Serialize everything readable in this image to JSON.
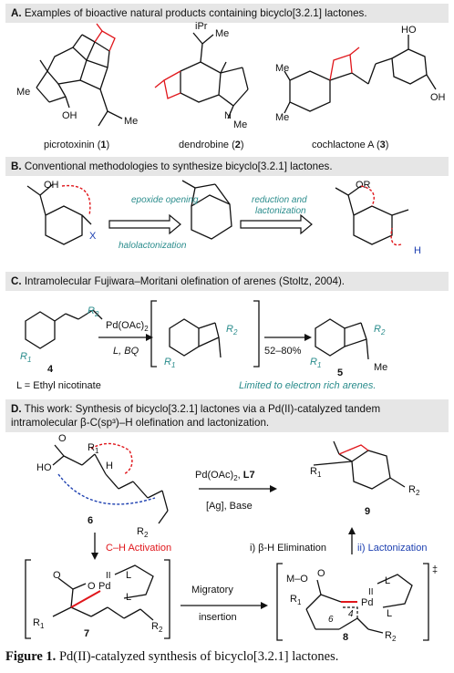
{
  "panel_a": {
    "header_letter": "A.",
    "header_text": "Examples of bioactive natural products containing bicyclo[3.2.1] lactones.",
    "compounds": [
      {
        "name": "picrotoxinin",
        "number": "1"
      },
      {
        "name": "dendrobine",
        "number": "2"
      },
      {
        "name": "cochlactone A",
        "number": "3"
      }
    ],
    "atom_labels": {
      "me": "Me",
      "oh": "OH",
      "ho": "HO",
      "ipr": "iPr",
      "n": "N"
    }
  },
  "panel_b": {
    "header_letter": "B.",
    "header_text": "Conventional methodologies to synthesize bicyclo[3.2.1] lactones.",
    "epoxide_opening": "epoxide opening",
    "halolactonization": "halolactonization",
    "reduction_and": "reduction and",
    "lactonization": "lactonization",
    "atoms": {
      "oh": "OH",
      "x": "X",
      "or": "OR",
      "h": "H"
    }
  },
  "panel_c": {
    "header_letter": "C.",
    "header_text": "Intramolecular Fujiwara–Moritani olefination of arenes (Stoltz, 2004).",
    "reagent": "Pd(OAc)",
    "reagent_sub": "2",
    "conditions": "L, BQ",
    "yield": "52–80%",
    "compound_start": "4",
    "compound_product": "5",
    "ligand_note": "L = Ethyl nicotinate",
    "limitation": "Limited to electron rich arenes.",
    "r1": "R",
    "r2": "R",
    "me": "Me"
  },
  "panel_d": {
    "header_letter": "D.",
    "header_line1": "This work: Synthesis of bicyclo[3.2.1] lactones via a Pd(II)-catalyzed tandem",
    "header_line2": "intramolecular β-C(sp³)–H olefination and lactonization.",
    "reagent_top": "Pd(OAc)",
    "reagent_ligand": "L7",
    "reagent_bottom": "[Ag], Base",
    "compound_6": "6",
    "compound_7": "7",
    "compound_8": "8",
    "compound_9": "9",
    "ch_activation": "C–H Activation",
    "beta_h_elim": "i) β-H Elimination",
    "lactonization": "ii) Lactonization",
    "migratory": "Migratory",
    "insertion": "insertion",
    "dagger": "‡",
    "atoms": {
      "ho": "HO",
      "o": "O",
      "h": "H",
      "r1": "R",
      "r2": "R",
      "pd": "Pd",
      "mo": "M–O",
      "l": "L",
      "ii": "II",
      "six": "6",
      "four": "4"
    }
  },
  "caption": {
    "label": "Figure 1.",
    "text": "Pd(II)-catalyzed synthesis of bicyclo[3.2.1] lactones."
  },
  "colors": {
    "teal": "#2a8c8c",
    "red": "#e0161b",
    "blue": "#1c3fb0",
    "header_bg": "#e6e6e6"
  }
}
